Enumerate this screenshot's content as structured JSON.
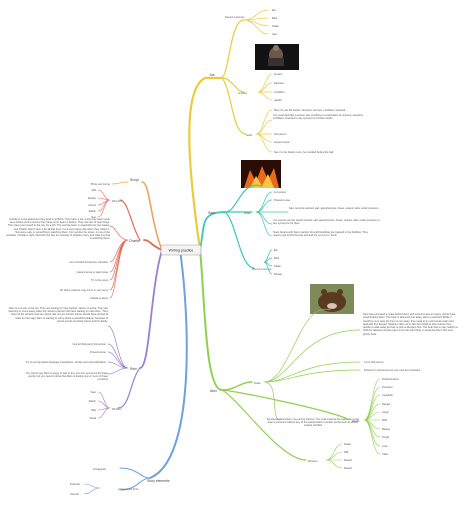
{
  "central": "Writing practice",
  "colors": {
    "yellow": "#e9cc3c",
    "teal": "#3cc6b8",
    "green": "#8fd14f",
    "blue": "#6fa0e0",
    "purple": "#9b7fd0",
    "red": "#e06b5c",
    "orange": "#f0a35a"
  },
  "joe": {
    "label": "Joe",
    "round1": {
      "label": "Round 1 winners",
      "items": [
        "Elu",
        "Elsa",
        "Steak",
        "Ivan"
      ]
    },
    "emotions": {
      "label": "emotion",
      "items": [
        "tension",
        "Decisive",
        "confident",
        "painful"
      ]
    },
    "notes": {
      "label": "notes",
      "items": [
        "May not use the words: stressed, nervous, confident, stressed",
        "You must describe a person who is feeling a combination of nervous, stressed, confident, stressed to say synonyms of these words",
        "3rd person",
        "present tense",
        "See it to be drawn more, be rounded before the ball"
      ]
    }
  },
  "sam": {
    "label": "Sam",
    "rules": {
      "label": "Rules",
      "items": [
        "1st person",
        "Present tense",
        "Sam must be worried, sad, apprehensive, brave, scared, calm under pressure",
        "You cannot use the words worried, sad, apprehensive, brave, scared, calm under pressure or any synonyms for them",
        "Tears begins with Sams partner Ali and friend/dog are trapped in the building. They need to get Ali the fireman and find his out so it is ‘fixed’"
      ]
    },
    "round2": {
      "label": "Round 2 winners",
      "items": [
        "Elu",
        "Elsa",
        "Steak",
        "Rowan"
      ]
    }
  },
  "alex": {
    "label": "Alex",
    "rules": {
      "label": "Rules",
      "items": [
        "Alex has just heard a noise behind them and turned to see an angry, grizzly bear stood looking them. The bear is about 10 feet away. Alex is unarmed. While it would be very easy for them to run away, they need to try and remain calm and deal with this danger. Stephen calls out to Alex and looks at them before they decide to walk away but has to pick a direction first. The bear has to stay nearby to hold the distance as Alex goes to do the right thing. It would be Alex’s first ever grizzly bear.",
        "1st or 3rd person",
        "Present or past tense but you must be consistent",
        "Emotional description you cannot choose: You must express the reactions to the bear’s presence without any of the words listed or similar words such as afraid, scared, terrified"
      ]
    },
    "words": {
      "label": "Words",
      "items": [
        "Predominance",
        "Precision",
        "Cowardly",
        "Danger",
        "Anger",
        "Wild",
        "Beauty",
        "Tough",
        "Love",
        "Calm"
      ]
    },
    "winners": {
      "label": "Winners",
      "items": [
        "Steak",
        "Wilt",
        "Rowan",
        "Rowan"
      ]
    }
  },
  "story": {
    "label": "Story elements",
    "items": [
      "Protagonist",
      "Antagonistic force"
    ],
    "sub": [
      "External",
      "Internal"
    ]
  },
  "rein": {
    "label": "Rein",
    "items": [
      "Rein is in a pub in the city. They are waiting for their partner, Jamie, to arrive. They are planning to move away today but Jamie’s partner has been waiting to meet them. They look out the window and see Jamie has not yet arrived. Jamie should have arrived at least an hour ago, Rein is starting to worry about a possible breakup, because of recent events involving Jamie and his family.",
      "Use all third-party 3rd person",
      "Present tense",
      "Try to use figurative language (metaphors, similes and personification)",
      "You cannot say Rein is angry or sad or any use any synonyms for these words, but you need to show that Rein is feeling one or more of these emotions"
    ],
    "winners": {
      "label": "Winners",
      "items": [
        "Sam",
        "Martin",
        "Nilly",
        "Steak"
      ]
    }
  },
  "charlie": {
    "label": "Charlie",
    "items": [
      "Charlie is in the apartment they lived in at Birch. They have a cat. A city they have never seen before and a country they have never been in before. They see lots of new things. They have just moved to the city, for a job. The cat has been in quarantine for two weeks, and Charlie hasn’t seen it for all that time, it is a very happy day when they collect it. Someone else or something is watching them, from across the street, in one of the windows. Charlie is right. Describe the last ten minutes of Charlie’s story and what it is that is watching them.",
      "1st or limited 3rd person narration",
      "present tense or past tense",
      "Try to be scary",
      "No direct violence may occur in your story",
      "Charlie is alone"
    ],
    "winners": {
      "label": "Winners",
      "items": [
        "Wilt",
        "Rowan",
        "Owner",
        "Martin",
        "Sue"
      ]
    }
  },
  "script": {
    "label": "Script",
    "items": [
      "Photo are boring"
    ]
  }
}
